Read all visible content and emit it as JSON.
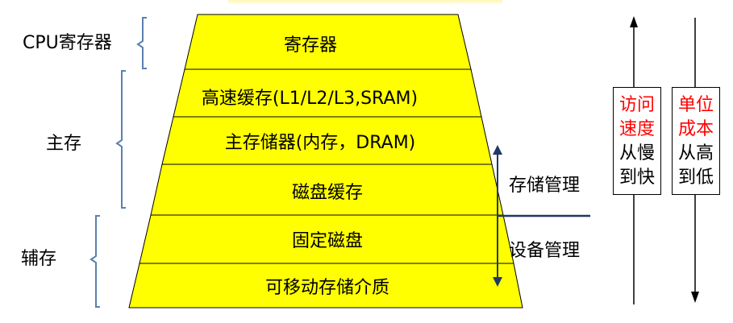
{
  "side_labels": {
    "cpu": "CPU寄存器",
    "main": "主存",
    "aux": "辅存"
  },
  "layers": [
    "寄存器",
    "高速缓存(L1/L2/L3,SRAM)",
    "主存储器(内存，DRAM)",
    "磁盘缓存",
    "固定磁盘",
    "可移动存储介质"
  ],
  "management": {
    "storage": "存储管理",
    "device": "设备管理"
  },
  "speed_box": {
    "line1": "访问",
    "line2": "速度",
    "line3": "从慢",
    "line4": "到快"
  },
  "cost_box": {
    "line1": "单位",
    "line2": "成本",
    "line3": "从高",
    "line4": "到低"
  },
  "colors": {
    "pyramid_fill": "#ffff00",
    "arrow_blue": "#1f3864",
    "bracket": "#5b7fb0",
    "highlight_red": "#ff0000"
  }
}
